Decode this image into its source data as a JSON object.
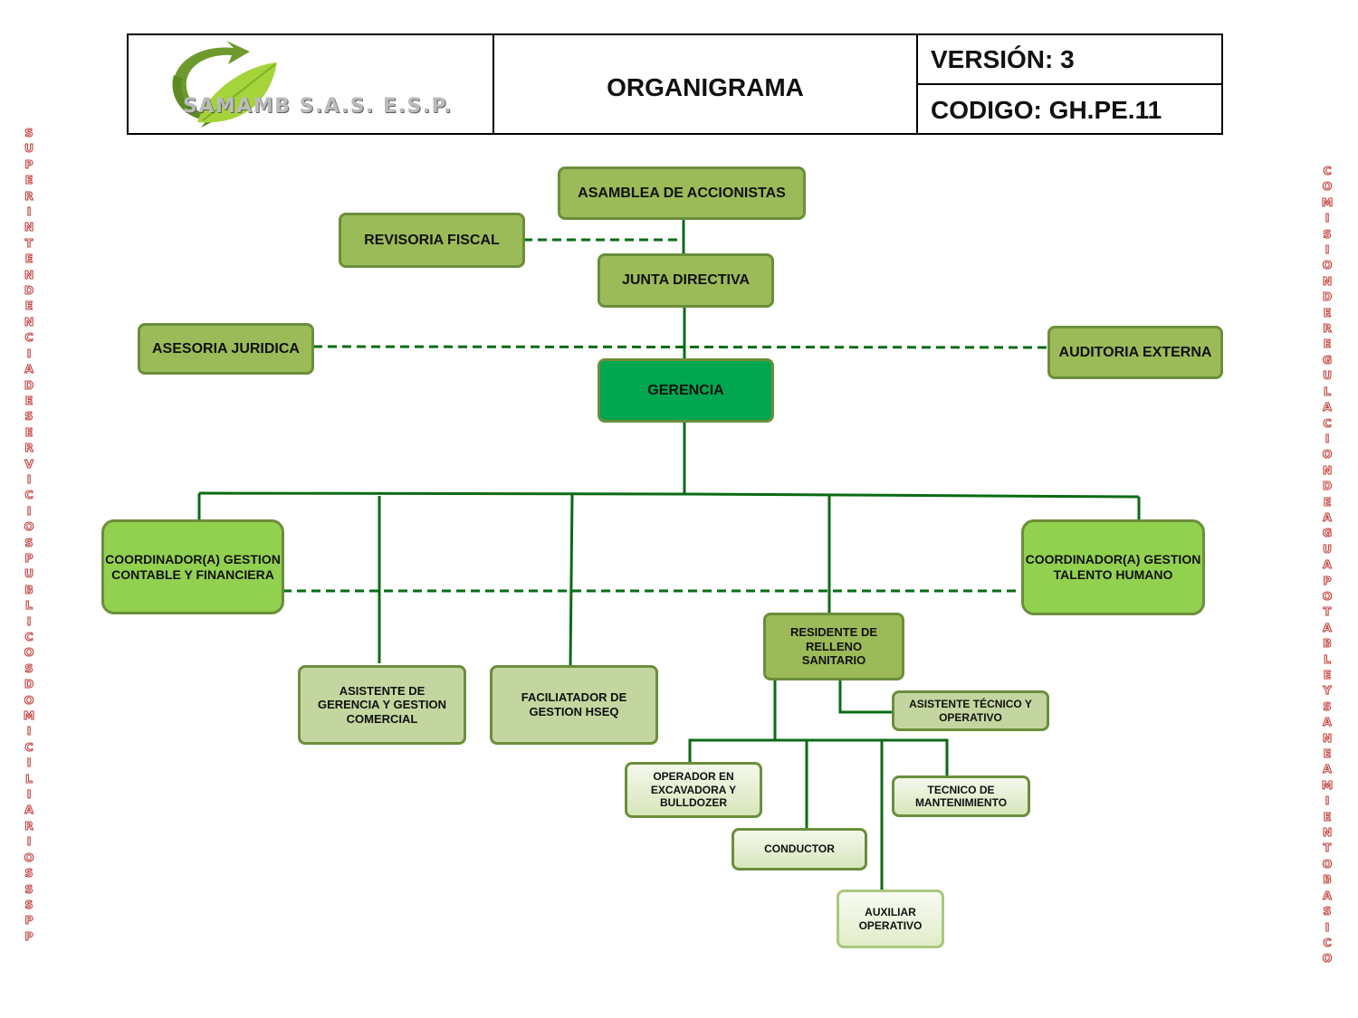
{
  "header": {
    "logo_text": "SAMAMB S.A.S. E.S.P.",
    "title": "ORGANIGRAMA",
    "version": "VERSIÓN: 3",
    "code": "CODIGO: GH.PE.11"
  },
  "side_left": "SUPERINTENDENCIADESERVICIOSPUBLICOSDOMICILIARIOSSSPP",
  "side_right": "COMISIONDEREGULACIONDEAGUAPOTABLEYSANEAMIENTOBASICO",
  "nodes": {
    "asamblea": "ASAMBLEA DE ACCIONISTAS",
    "revisoria": "REVISORIA FISCAL",
    "junta": "JUNTA DIRECTIVA",
    "asesoria": "ASESORIA JURIDICA",
    "auditoria": "AUDITORIA EXTERNA",
    "gerencia": "GERENCIA",
    "coord_contable": "COORDINADOR(A) GESTION CONTABLE Y FINANCIERA",
    "coord_talento": "COORDINADOR(A) GESTION TALENTO HUMANO",
    "asistente_gerencia": "ASISTENTE DE GERENCIA Y GESTION COMERCIAL",
    "facilitador": "FACILIATADOR DE GESTION HSEQ",
    "residente": "RESIDENTE DE RELLENO SANITARIO",
    "asistente_tecnico": "ASISTENTE TÉCNICO Y OPERATIVO",
    "operador": "OPERADOR EN EXCAVADORA Y BULLDOZER",
    "tecnico": "TECNICO DE MANTENIMIENTO",
    "conductor": "CONDUCTOR",
    "auxiliar": "AUXILIAR OPERATIVO"
  },
  "colors": {
    "line": "#0a6b14",
    "olive": "#9bbb59",
    "dark_green": "#00a650",
    "bright_green": "#92d050",
    "pale_green": "#c4d6a0",
    "side_text": "#c0403c"
  }
}
